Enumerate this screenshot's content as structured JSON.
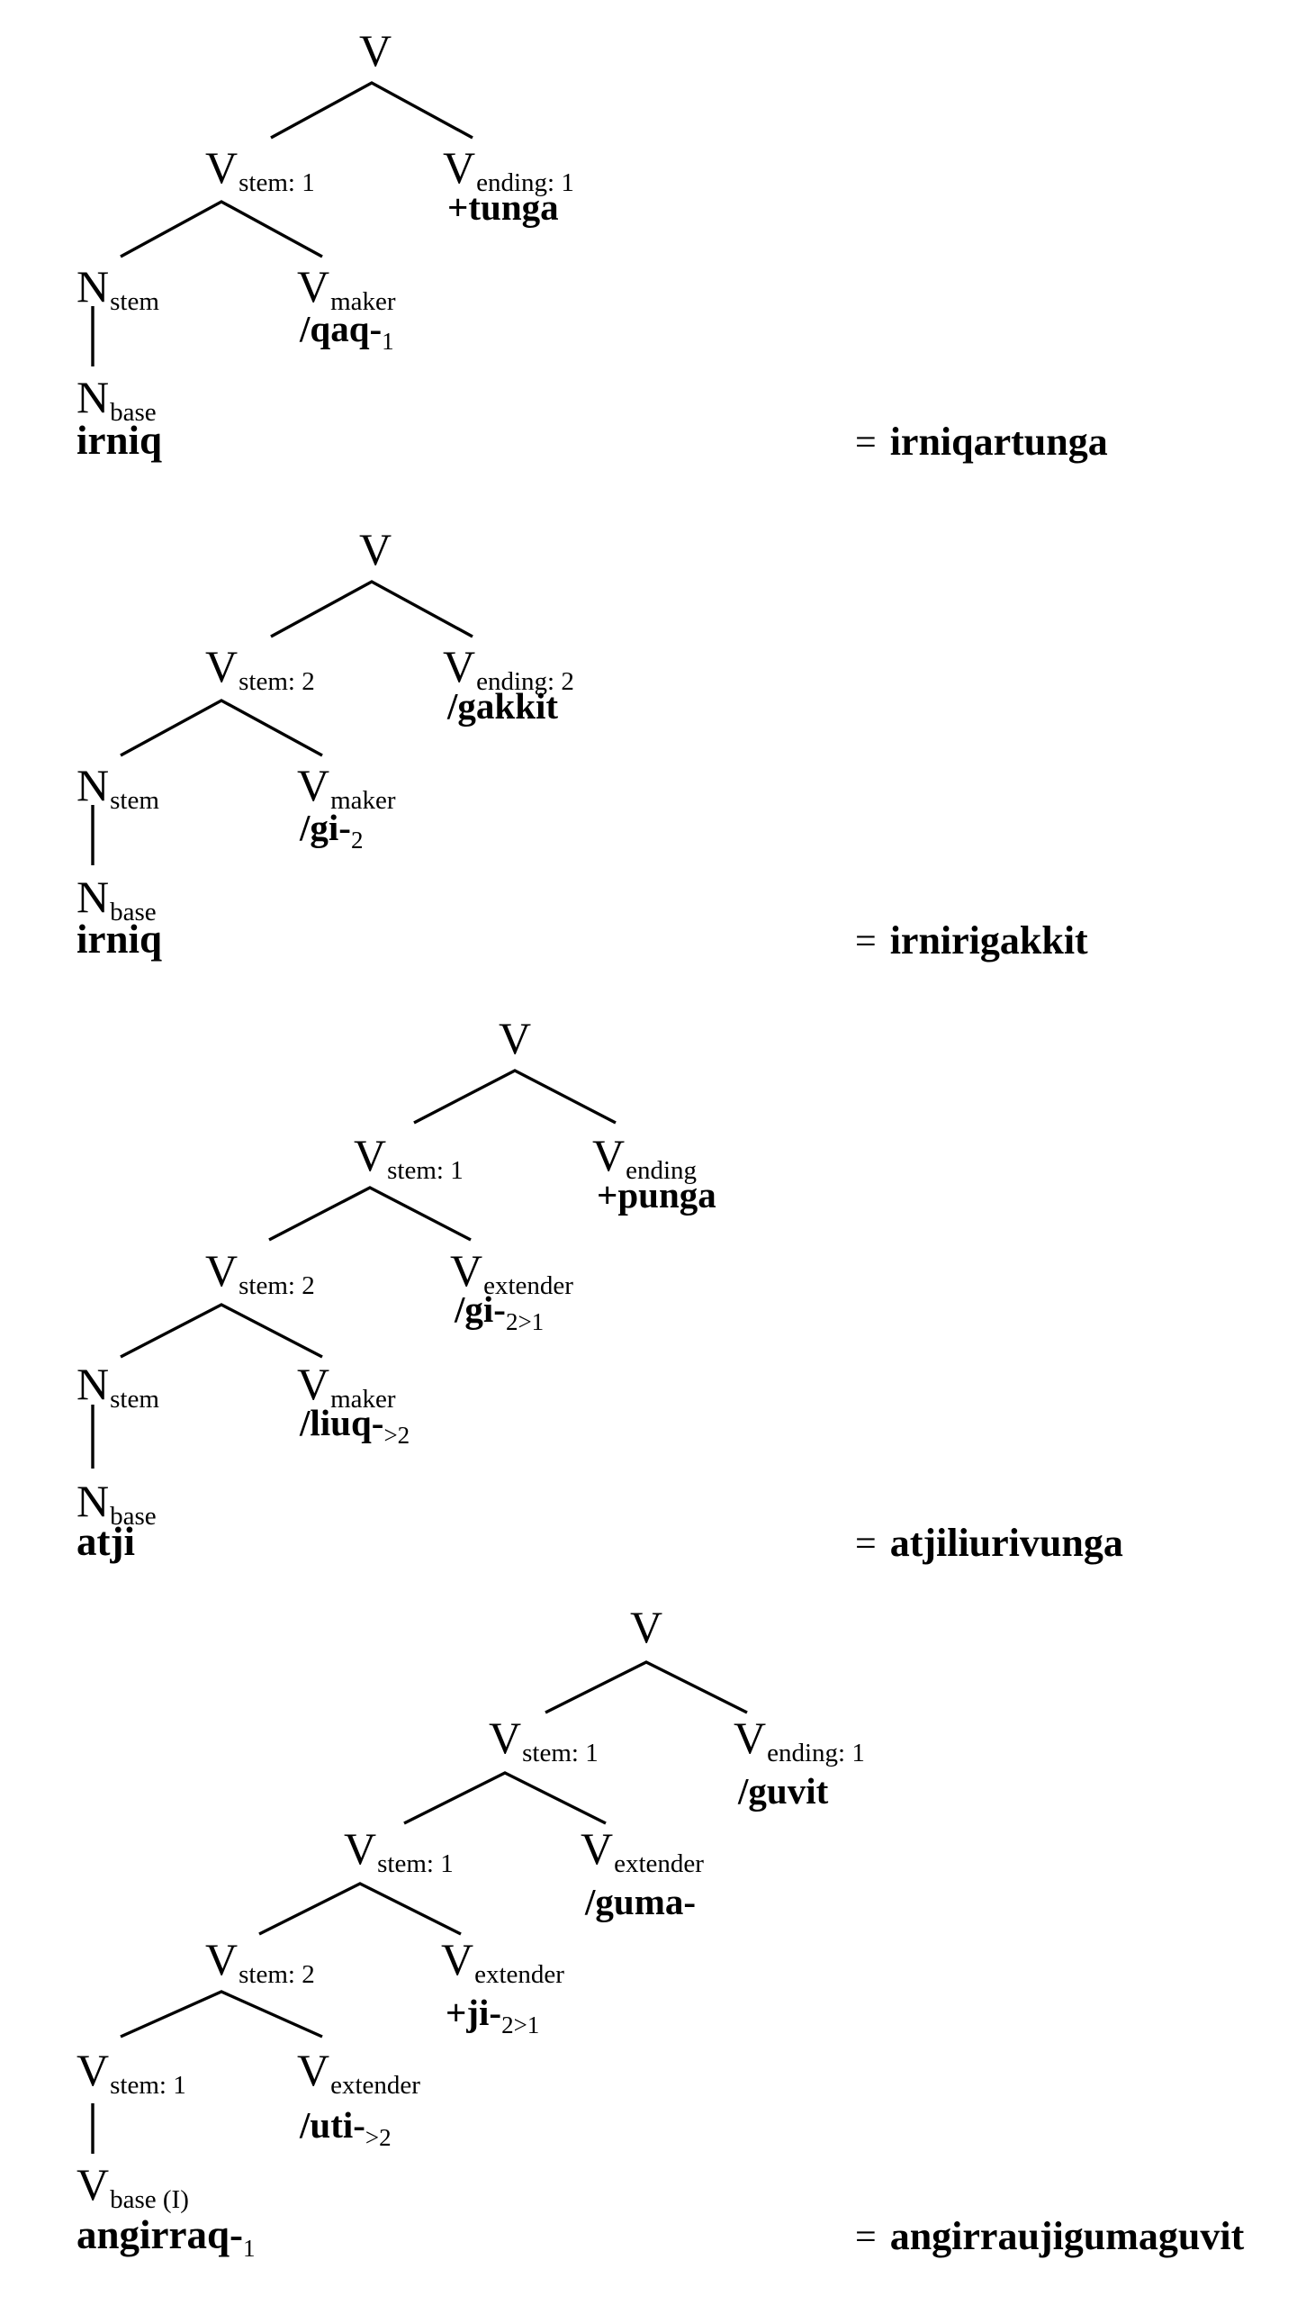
{
  "colors": {
    "background": "#ffffff",
    "ink": "#000000"
  },
  "trees": [
    {
      "id": "tree-1",
      "nodes": [
        {
          "main": "V",
          "sub": ""
        },
        {
          "main": "V",
          "sub": "stem: 1"
        },
        {
          "main": "V",
          "sub": "ending: 1"
        },
        {
          "main": "N",
          "sub": "stem"
        },
        {
          "main": "V",
          "sub": "maker"
        },
        {
          "main": "N",
          "sub": "base"
        }
      ],
      "morphemes": [
        {
          "text": "+tunga",
          "sub": ""
        },
        {
          "text": "/qaq-",
          "sub": "1"
        }
      ],
      "base_word": {
        "text": "irniq",
        "sub": ""
      },
      "result": {
        "equals": "=",
        "word": "irniqartunga"
      }
    },
    {
      "id": "tree-2",
      "nodes": [
        {
          "main": "V",
          "sub": ""
        },
        {
          "main": "V",
          "sub": "stem: 2"
        },
        {
          "main": "V",
          "sub": "ending: 2"
        },
        {
          "main": "N",
          "sub": "stem"
        },
        {
          "main": "V",
          "sub": "maker"
        },
        {
          "main": "N",
          "sub": "base"
        }
      ],
      "morphemes": [
        {
          "text": "/gakkit",
          "sub": ""
        },
        {
          "text": "/gi-",
          "sub": "2"
        }
      ],
      "base_word": {
        "text": "irniq",
        "sub": ""
      },
      "result": {
        "equals": "=",
        "word": "irnirigakkit"
      }
    },
    {
      "id": "tree-3",
      "nodes": [
        {
          "main": "V",
          "sub": ""
        },
        {
          "main": "V",
          "sub": "stem: 1"
        },
        {
          "main": "V",
          "sub": "ending"
        },
        {
          "main": "V",
          "sub": "stem: 2"
        },
        {
          "main": "V",
          "sub": "extender"
        },
        {
          "main": "N",
          "sub": "stem"
        },
        {
          "main": "V",
          "sub": "maker"
        },
        {
          "main": "N",
          "sub": "base"
        }
      ],
      "morphemes": [
        {
          "text": "+punga",
          "sub": ""
        },
        {
          "text": "/gi-",
          "sub": "2>1"
        },
        {
          "text": "/liuq-",
          "sub": ">2"
        }
      ],
      "base_word": {
        "text": "atji",
        "sub": ""
      },
      "result": {
        "equals": "=",
        "word": "atjiliurivunga"
      }
    },
    {
      "id": "tree-4",
      "nodes": [
        {
          "main": "V",
          "sub": ""
        },
        {
          "main": "V",
          "sub": "stem: 1"
        },
        {
          "main": "V",
          "sub": "ending: 1"
        },
        {
          "main": "V",
          "sub": "stem: 1"
        },
        {
          "main": "V",
          "sub": "extender"
        },
        {
          "main": "V",
          "sub": "stem: 2"
        },
        {
          "main": "V",
          "sub": "extender"
        },
        {
          "main": "V",
          "sub": "stem: 1"
        },
        {
          "main": "V",
          "sub": "extender"
        },
        {
          "main": "V",
          "sub": "base (I)"
        }
      ],
      "morphemes": [
        {
          "text": "/guvit",
          "sub": ""
        },
        {
          "text": "/guma-",
          "sub": ""
        },
        {
          "text": "+ji-",
          "sub": "2>1"
        },
        {
          "text": "/uti-",
          "sub": ">2"
        }
      ],
      "base_word": {
        "text": "angirraq-",
        "sub": "1"
      },
      "result": {
        "equals": "=",
        "word": "angirraujigumaguvit"
      }
    }
  ]
}
